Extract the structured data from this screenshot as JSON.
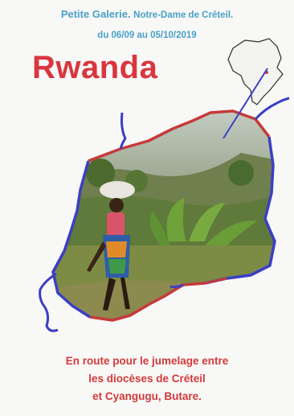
{
  "header": {
    "venue": "Petite Galerie.",
    "place": "Notre-Dame de Créteil.",
    "dates": "du 06/09 au 05/10/2019"
  },
  "title": "Rwanda",
  "footer": {
    "line1": "En route pour le jumelage entre",
    "line2": "les diocèses de Créteil",
    "line3": "et Cyangugu, Butare."
  },
  "colors": {
    "header_blue": "#4aa0c8",
    "title_red": "#d9363e",
    "footer_red": "#d23a3a",
    "border_red": "#c63a3a",
    "border_blue": "#3b3fc4"
  },
  "icons": [
    "africa-map-icon",
    "rwanda-outline-shape"
  ]
}
